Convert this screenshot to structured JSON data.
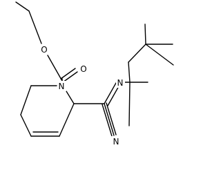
{
  "molecule": {
    "atom_labels": {
      "ester_ether_oxygen": "O",
      "carbonyl_oxygen": "O",
      "ring_nitrogen": "N",
      "imine_nitrogen": "N",
      "nitrile_nitrogen": "N"
    }
  }
}
